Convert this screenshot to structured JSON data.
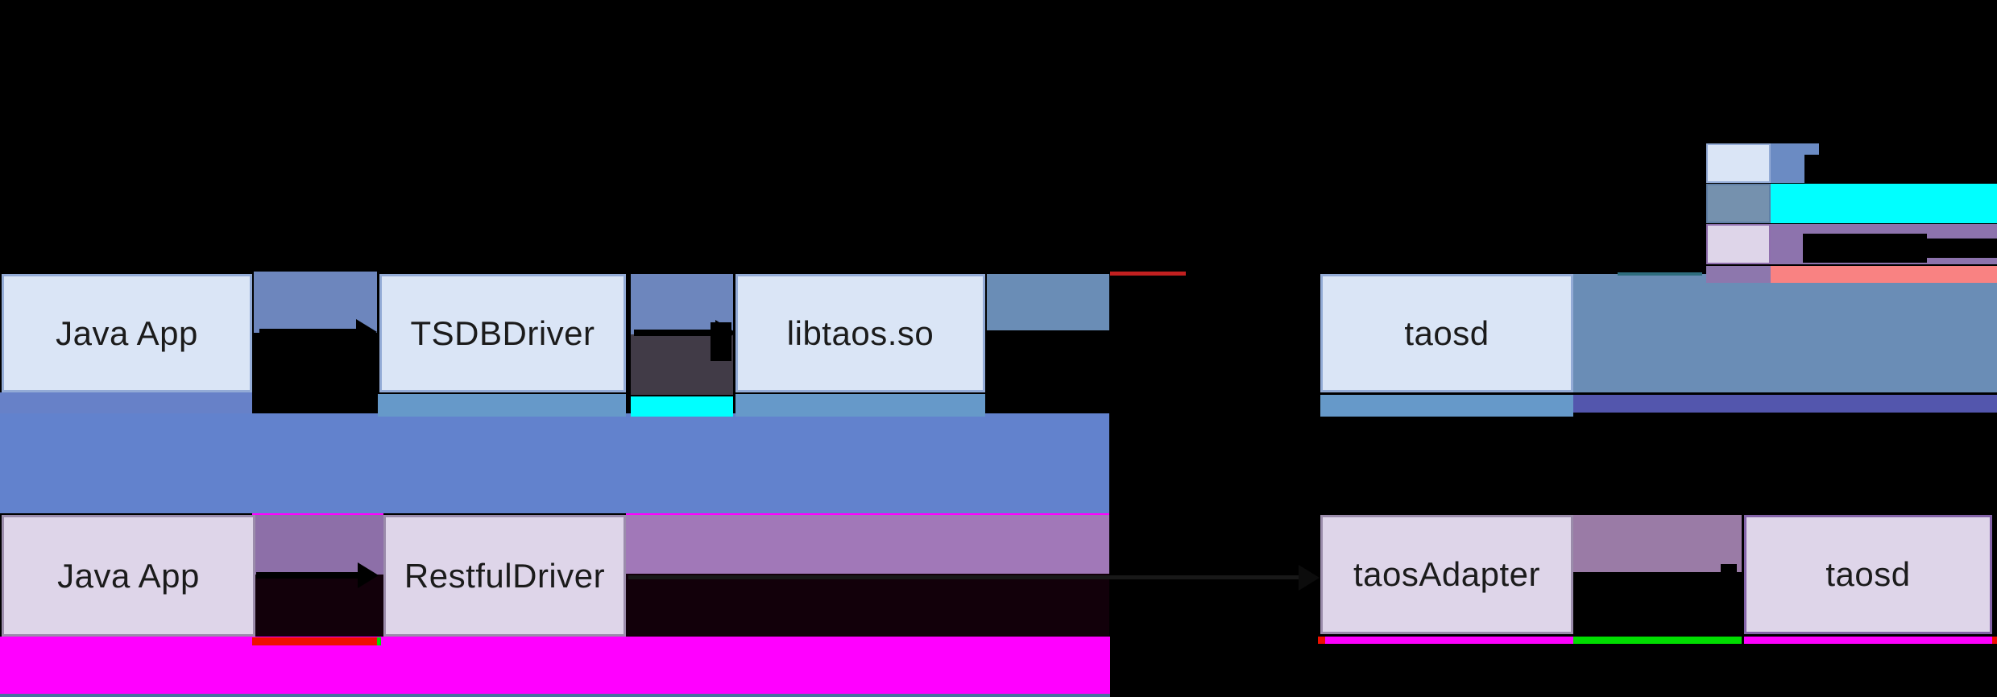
{
  "boxes": {
    "row1": {
      "java_app": "Java App",
      "tsdb_driver": "TSDBDriver",
      "libtaos": "libtaos.so",
      "taosd": "taosd"
    },
    "row2": {
      "java_app": "Java App",
      "restful_driver": "RestfulDriver",
      "taos_adapter": "taosAdapter",
      "taosd": "taosd"
    }
  },
  "legend": {
    "rows": [
      {
        "swatch_color": "#dae5f6",
        "stripe_color": "#6b8bc3"
      },
      {
        "swatch_color": "#7591ae",
        "stripe_color": "#00ffff"
      },
      {
        "swatch_color": "#ded5e9",
        "stripe_color": "#8d73ad"
      },
      {
        "swatch_color": "#8d77ad",
        "stripe_color": "#f98282"
      }
    ]
  },
  "colors": {
    "bg": "#000000",
    "textColor": "#1b1b1b",
    "boxBlueFill": "#dae5f6",
    "boxBlueBorder": "#93abd6",
    "boxPurpleFill": "#ded5e9",
    "boxPurpleBorder": "#9b8cab",
    "taosd2Border": "#8363a8",
    "connectorBlue": "#6d86bd",
    "steelBand": "#6a8db6",
    "stripSteel": "#6699c9",
    "stripIndigo": "#5356ad",
    "blueBand": "#6282cd",
    "blueStripLeft": "#6781c8",
    "connectorPurple": "#8d6fa8",
    "purpleBand": "#a178b8",
    "connectorMauve": "#9a7ba6",
    "charcoal": "#413b47",
    "darkMaroon": "#12000a",
    "cyan": "#00ffff",
    "magenta": "#ff00ff",
    "green": "#00dd00",
    "salmon": "#f98282",
    "redBright": "#ee0f00",
    "redDark": "#c22020",
    "legendSteel": "#7591ae",
    "legendBlueStripe": "#6b8bc3",
    "legendPurpleStripe": "#8d73ad",
    "legendPurpleSwatch": "#8d77ad",
    "bottomStrip": "#4a6f9f",
    "tealLine": "#2e6d7e",
    "arrowFaint": "#181818"
  }
}
